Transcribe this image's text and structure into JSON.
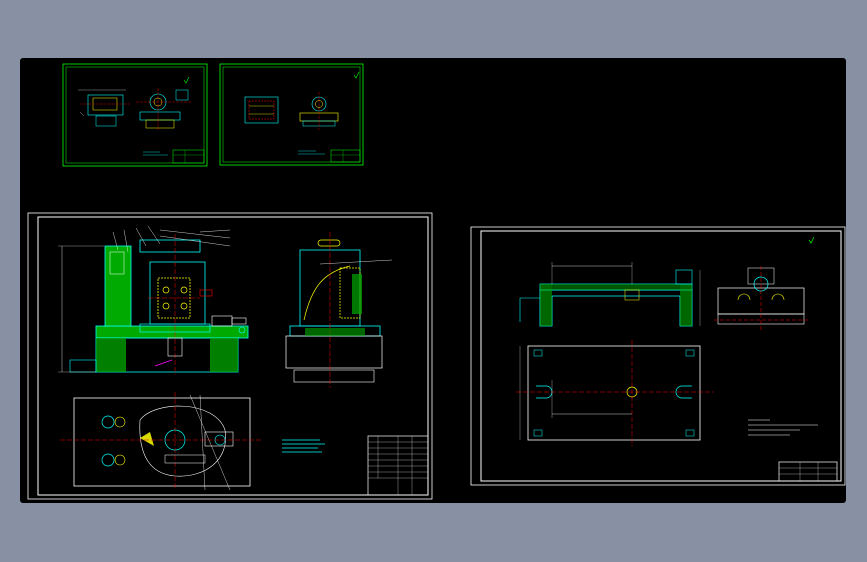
{
  "viewport": {
    "background": "#8791a3",
    "canvas_color": "#000000"
  },
  "colors": {
    "frame_green": "#00ff00",
    "frame_white": "#ffffff",
    "outline_cyan": "#00ffff",
    "part_yellow": "#ffff00",
    "section_green": "#00cc00",
    "center_red": "#ff0000",
    "dim_white": "#e6e6e6",
    "magenta": "#ff00ff"
  },
  "sheets": [
    {
      "name": "thumbnail-sheet-1"
    },
    {
      "name": "thumbnail-sheet-2"
    },
    {
      "name": "assembly-drawing-sheet"
    },
    {
      "name": "part-drawing-sheet"
    }
  ]
}
